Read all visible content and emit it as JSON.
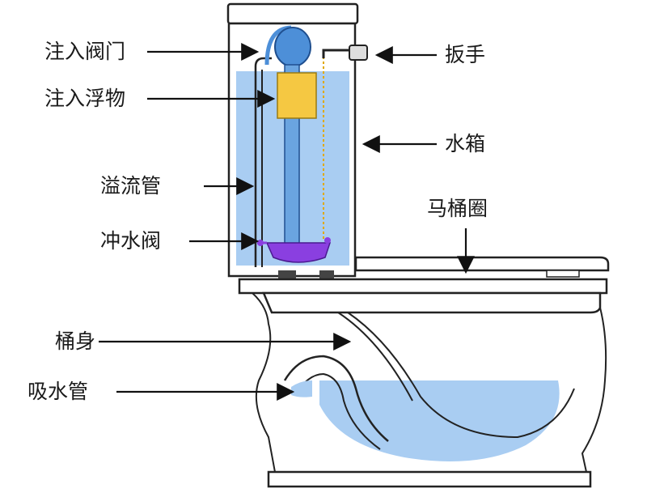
{
  "labels": {
    "fill_valve": "注入阀门",
    "fill_float": "注入浮物",
    "overflow_tube": "溢流管",
    "flush_valve": "冲水阀",
    "bowl_body": "桶身",
    "siphon_tube": "吸水管",
    "handle": "扳手",
    "tank": "水箱",
    "seat": "马桶圈"
  },
  "colors": {
    "water": "#a9cdf2",
    "float": "#f5c842",
    "flapper": "#8a3fe0",
    "valve_head": "#4d8fd8",
    "outline": "#222222"
  }
}
